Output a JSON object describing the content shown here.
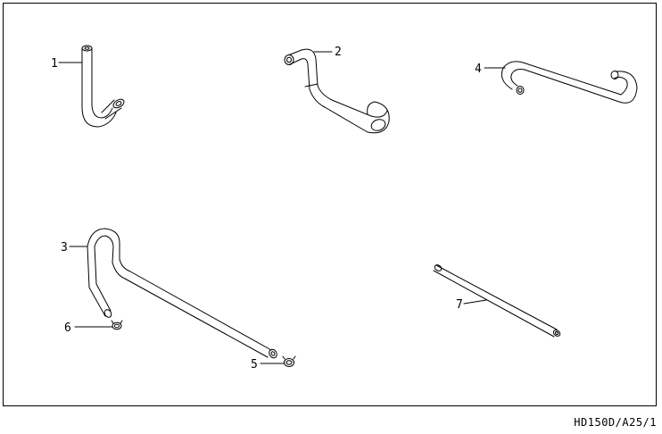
{
  "callouts": {
    "part_1": "1",
    "part_2": "2",
    "part_3": "3",
    "part_4": "4",
    "part_5": "5",
    "part_6": "6",
    "part_7": "7"
  },
  "drawing_ref": "HD150D/A25/1",
  "colors": {
    "line": "#000000",
    "background": "#ffffff"
  }
}
